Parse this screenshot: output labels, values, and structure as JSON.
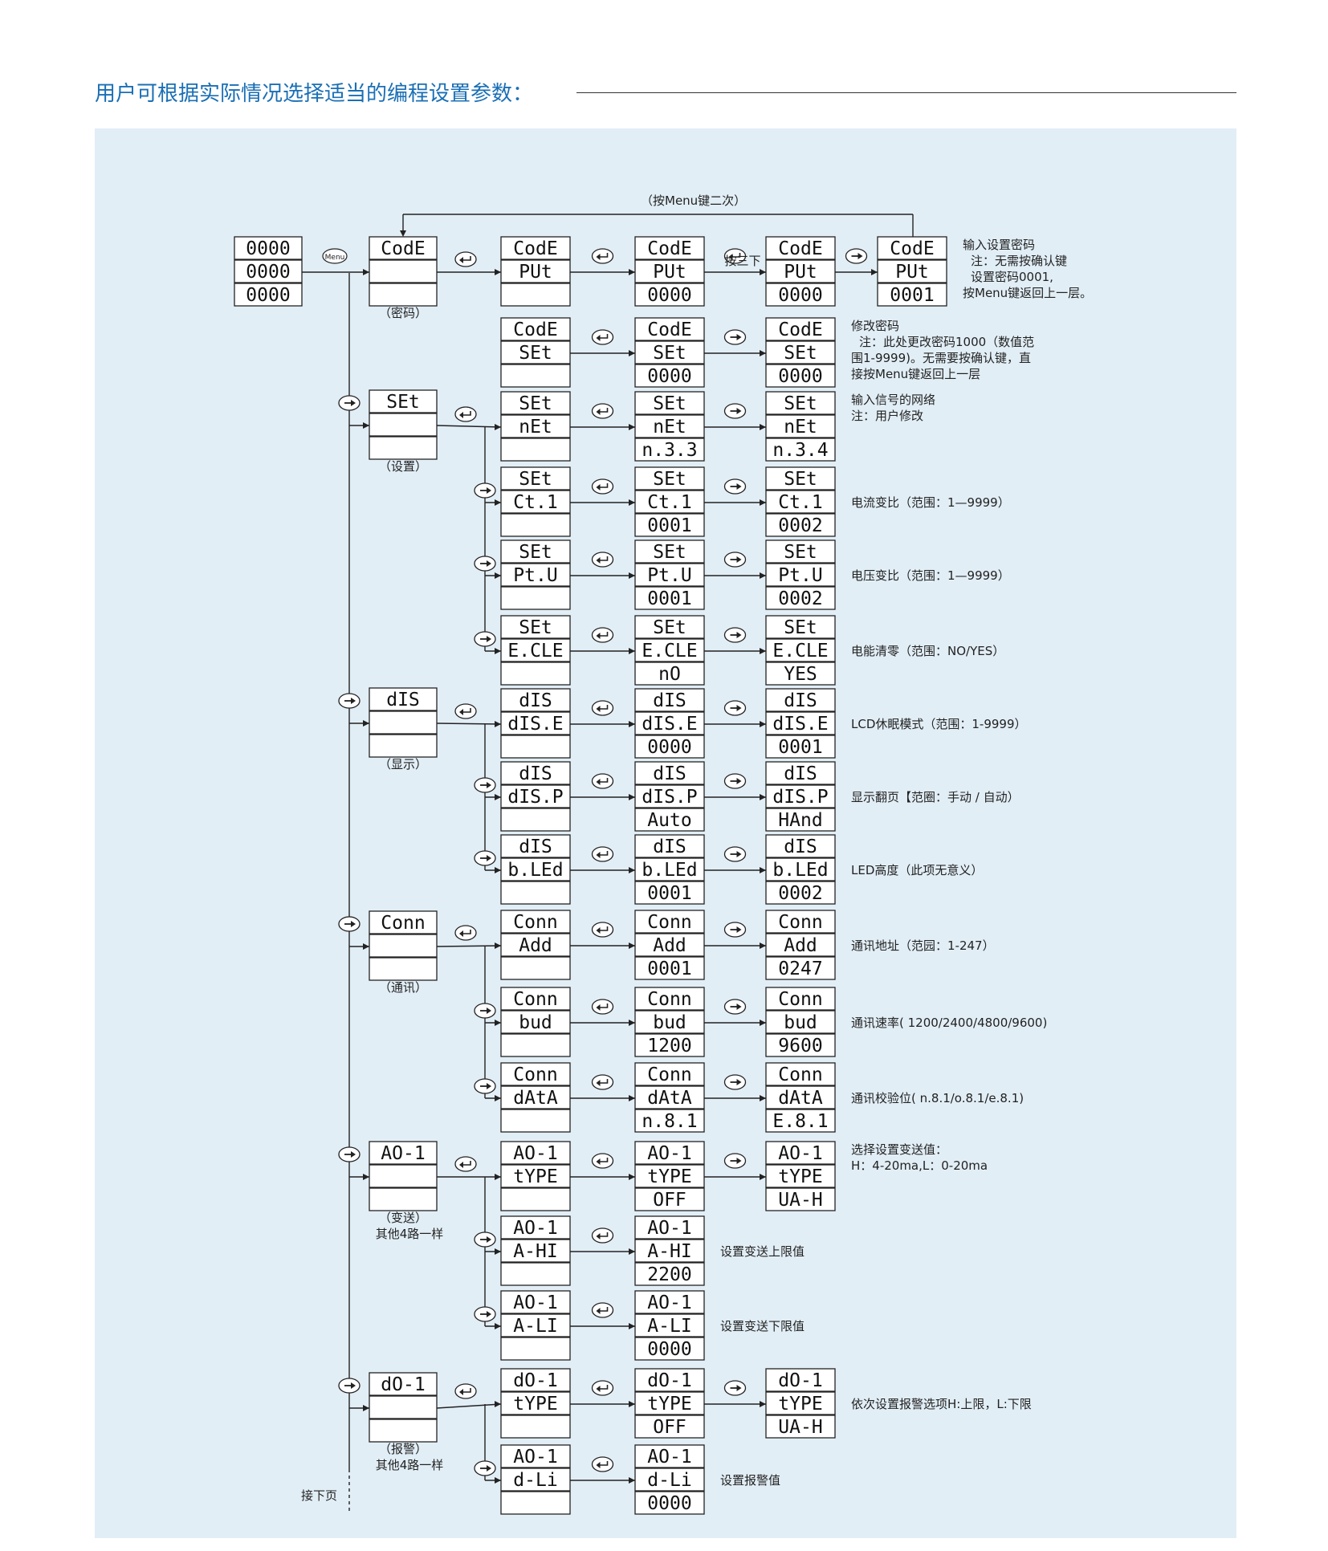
{
  "heading": "用户可根据实际情况选择适当的编程设置参数：",
  "top_loop_label": "（按Menu键二次）",
  "menu_button": "Menu",
  "press_three": "按三下",
  "continue_label": "接下页",
  "start_display": [
    "0000",
    "0000",
    "0000"
  ],
  "menus": [
    {
      "key": "code",
      "lines": [
        "CodE",
        "",
        ""
      ],
      "caption": "（密码）",
      "sub": ""
    },
    {
      "key": "set",
      "lines": [
        "SEt",
        "",
        ""
      ],
      "caption": "（设置）",
      "sub": ""
    },
    {
      "key": "dis",
      "lines": [
        "dIS",
        "",
        ""
      ],
      "caption": "（显示）",
      "sub": ""
    },
    {
      "key": "conn",
      "lines": [
        "Conn",
        "",
        ""
      ],
      "caption": "（通讯）",
      "sub": ""
    },
    {
      "key": "ao",
      "lines": [
        "AO-1",
        "",
        ""
      ],
      "caption": "（变送）",
      "sub": "其他4路一样"
    },
    {
      "key": "do",
      "lines": [
        "dO-1",
        "",
        ""
      ],
      "caption": "（报警）",
      "sub": "其他4路一样"
    }
  ],
  "rows": [
    {
      "menu": 0,
      "cells": [
        [
          "CodE",
          "PUt",
          ""
        ],
        [
          "CodE",
          "PUt",
          "0000"
        ],
        [
          "CodE",
          "PUt",
          "0000"
        ],
        [
          "CodE",
          "PUt",
          "0001"
        ]
      ],
      "note": [
        "输入设置密码",
        "注：无需按确认键",
        "设置密码0001,",
        "按Menu键返回上一层。"
      ]
    },
    {
      "menu": 0,
      "cells": [
        [
          "CodE",
          "SEt",
          ""
        ],
        [
          "CodE",
          "SEt",
          "0000"
        ],
        [
          "CodE",
          "SEt",
          "0000"
        ]
      ],
      "note": [
        "修改密码",
        "注：此处更改密码1000（数值范",
        "围1-9999)。无需要按确认键，直",
        "接按Menu键返回上一层"
      ]
    },
    {
      "menu": 1,
      "cells": [
        [
          "SEt",
          "nEt",
          ""
        ],
        [
          "SEt",
          "nEt",
          "n.3.3"
        ],
        [
          "SEt",
          "nEt",
          "n.3.4"
        ]
      ],
      "note": [
        "输入信号的网络",
        "注：用户修改"
      ]
    },
    {
      "menu": 1,
      "cells": [
        [
          "SEt",
          "Ct.1",
          ""
        ],
        [
          "SEt",
          "Ct.1",
          "0001"
        ],
        [
          "SEt",
          "Ct.1",
          "0002"
        ]
      ],
      "note": [
        "电流变比（范围：1—9999）"
      ]
    },
    {
      "menu": 1,
      "cells": [
        [
          "SEt",
          "Pt.U",
          ""
        ],
        [
          "SEt",
          "Pt.U",
          "0001"
        ],
        [
          "SEt",
          "Pt.U",
          "0002"
        ]
      ],
      "note": [
        "电压变比（范围：1—9999）"
      ]
    },
    {
      "menu": 1,
      "cells": [
        [
          "SEt",
          "E.CLE",
          ""
        ],
        [
          "SEt",
          "E.CLE",
          "nO"
        ],
        [
          "SEt",
          "E.CLE",
          "YES"
        ]
      ],
      "note": [
        "电能清零（范围：NO/YES）"
      ]
    },
    {
      "menu": 2,
      "cells": [
        [
          "dIS",
          "dIS.E",
          ""
        ],
        [
          "dIS",
          "dIS.E",
          "0000"
        ],
        [
          "dIS",
          "dIS.E",
          "0001"
        ]
      ],
      "note": [
        "LCD休眠模式（范围：1-9999）"
      ]
    },
    {
      "menu": 2,
      "cells": [
        [
          "dIS",
          "dIS.P",
          ""
        ],
        [
          "dIS",
          "dIS.P",
          "Auto"
        ],
        [
          "dIS",
          "dIS.P",
          "HAnd"
        ]
      ],
      "note": [
        "显示翻页【范圈：手动 / 自动）"
      ]
    },
    {
      "menu": 2,
      "cells": [
        [
          "dIS",
          "b.LEd",
          ""
        ],
        [
          "dIS",
          "b.LEd",
          "0001"
        ],
        [
          "dIS",
          "b.LEd",
          "0002"
        ]
      ],
      "note": [
        "LED高度（此项无意义）"
      ]
    },
    {
      "menu": 3,
      "cells": [
        [
          "Conn",
          "Add",
          ""
        ],
        [
          "Conn",
          "Add",
          "0001"
        ],
        [
          "Conn",
          "Add",
          "0247"
        ]
      ],
      "note": [
        "通讯地址（范园：1-247）"
      ]
    },
    {
      "menu": 3,
      "cells": [
        [
          "Conn",
          "bud",
          ""
        ],
        [
          "Conn",
          "bud",
          "1200"
        ],
        [
          "Conn",
          "bud",
          "9600"
        ]
      ],
      "note": [
        "通讯速率( 1200/2400/4800/9600)"
      ]
    },
    {
      "menu": 3,
      "cells": [
        [
          "Conn",
          "dAtA",
          ""
        ],
        [
          "Conn",
          "dAtA",
          "n.8.1"
        ],
        [
          "Conn",
          "dAtA",
          "E.8.1"
        ]
      ],
      "note": [
        "通讯校验位( n.8.1/o.8.1/e.8.1)"
      ]
    },
    {
      "menu": 4,
      "cells": [
        [
          "AO-1",
          "tYPE",
          ""
        ],
        [
          "AO-1",
          "tYPE",
          "OFF"
        ],
        [
          "AO-1",
          "tYPE",
          "UA-H"
        ]
      ],
      "note": [
        "选择设置变送值：",
        "H：4-20ma,L：0-20ma"
      ]
    },
    {
      "menu": 4,
      "cells": [
        [
          "AO-1",
          "A-HI",
          ""
        ],
        [
          "AO-1",
          "A-HI",
          "2200"
        ]
      ],
      "note": [
        "设置变送上限值"
      ]
    },
    {
      "menu": 4,
      "cells": [
        [
          "AO-1",
          "A-LI",
          ""
        ],
        [
          "AO-1",
          "A-LI",
          "0000"
        ]
      ],
      "note": [
        "设置变送下限值"
      ]
    },
    {
      "menu": 5,
      "cells": [
        [
          "dO-1",
          "tYPE",
          ""
        ],
        [
          "dO-1",
          "tYPE",
          "OFF"
        ],
        [
          "dO-1",
          "tYPE",
          "UA-H"
        ]
      ],
      "note": [
        "依次设置报警选项H:上限，L:下限"
      ]
    },
    {
      "menu": 5,
      "cells": [
        [
          "AO-1",
          "d-Li",
          ""
        ],
        [
          "AO-1",
          "d-Li",
          "0000"
        ]
      ],
      "note": [
        "设置报警值"
      ]
    }
  ]
}
